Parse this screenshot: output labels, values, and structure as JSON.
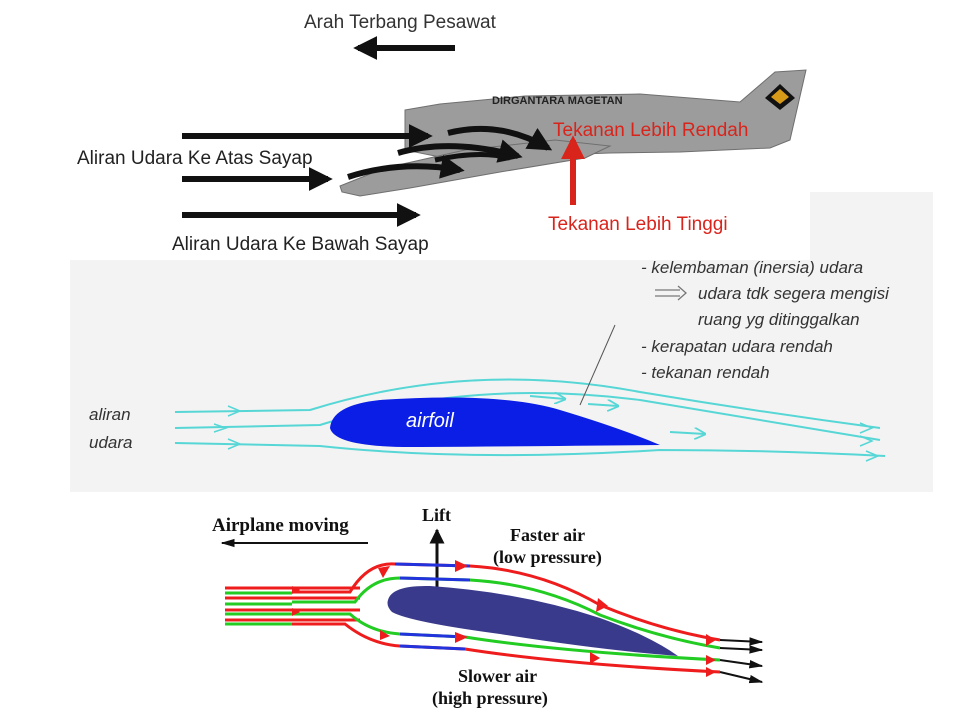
{
  "panel1": {
    "title": "Arah Terbang Pesawat",
    "plane_label": "DIRGANTARA MAGETAN",
    "low_pressure": "Tekanan Lebih Rendah",
    "high_pressure": "Tekanan Lebih Tinggi",
    "flow_top": "Aliran Udara Ke Atas Sayap",
    "flow_bottom": "Aliran Udara Ke Bawah  Sayap",
    "colors": {
      "plane": "#9c9c9c",
      "arrow": "#111111",
      "red": "#d9241c"
    }
  },
  "panel2": {
    "notes": [
      "- kelembaman (inersia) udara",
      "udara tdk segera mengisi",
      "ruang yg ditinggalkan",
      "- kerapatan udara rendah",
      "- tekanan rendah"
    ],
    "airfoil_label": "airfoil",
    "flow_label_1": "aliran",
    "flow_label_2": "udara",
    "colors": {
      "airfoil": "#0a1ee6",
      "stream": "#57d6d6"
    }
  },
  "panel3": {
    "direction": "Airplane moving",
    "lift": "Lift",
    "faster_1": "Faster air",
    "faster_2": "(low pressure)",
    "slower_1": "Slower air",
    "slower_2": "(high pressure)",
    "colors": {
      "wing": "#3a3a8c",
      "red": "#ee1c1c",
      "green": "#22cc22",
      "blue": "#2233dd"
    }
  }
}
